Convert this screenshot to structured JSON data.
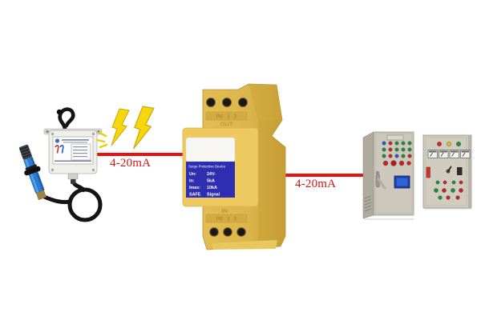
{
  "colors": {
    "background": "#ffffff",
    "signal_line": "#e9100e",
    "signal_label_text": "#cf1616",
    "lightning": "#f6d70c",
    "spd_body_yellow": "#ddb74e",
    "spd_plate_blue": "#2e2eb0",
    "cabinet_gray": "#d0ccbf"
  },
  "links": {
    "sensor_to_spd": {
      "label": "4-20mA"
    },
    "spd_to_cabinet": {
      "label": "4-20mA"
    }
  },
  "spd": {
    "out_port": "OUT",
    "in_port": "IN",
    "top_terminals": "PE 1 2",
    "bottom_terminals": "PE 1 2",
    "plate": {
      "title": "Surge Protective Device",
      "specs": [
        {
          "key": "Un:",
          "value": "24V-"
        },
        {
          "key": "In:",
          "value": "5kA"
        },
        {
          "key": "Imax:",
          "value": "10kA"
        },
        {
          "key": "SAFE",
          "value": "Signal"
        }
      ]
    }
  }
}
